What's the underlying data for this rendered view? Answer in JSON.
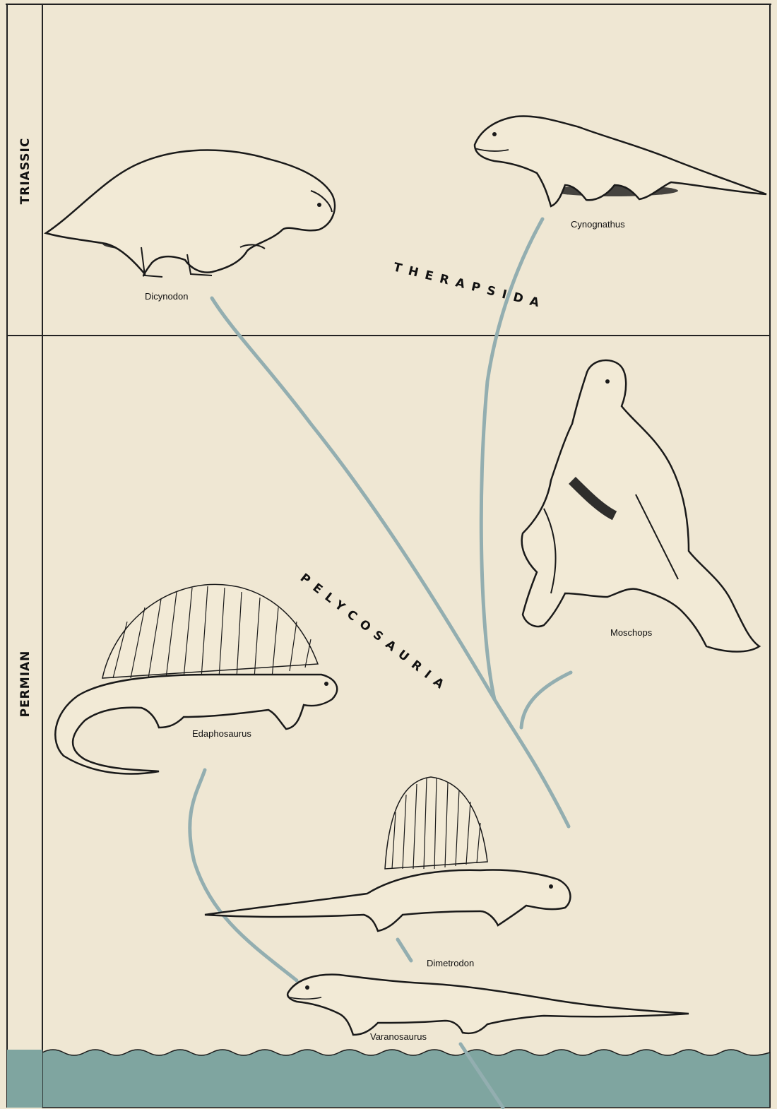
{
  "periods": {
    "triassic": "TRIASSIC",
    "permian": "PERMIAN"
  },
  "groups": {
    "therapsida": "THERAPSIDA",
    "pelycosauria": "PELYCOSAURIA"
  },
  "species": {
    "dicynodon": "Dicynodon",
    "cynognathus": "Cynognathus",
    "moschops": "Moschops",
    "edaphosaurus": "Edaphosaurus",
    "dimetrodon": "Dimetrodon",
    "varanosaurus": "Varanosaurus"
  },
  "colors": {
    "paper": "#efe7d3",
    "branch": "#93aeb0",
    "water": "#7fa5a0",
    "ink": "#1a1a1a"
  }
}
